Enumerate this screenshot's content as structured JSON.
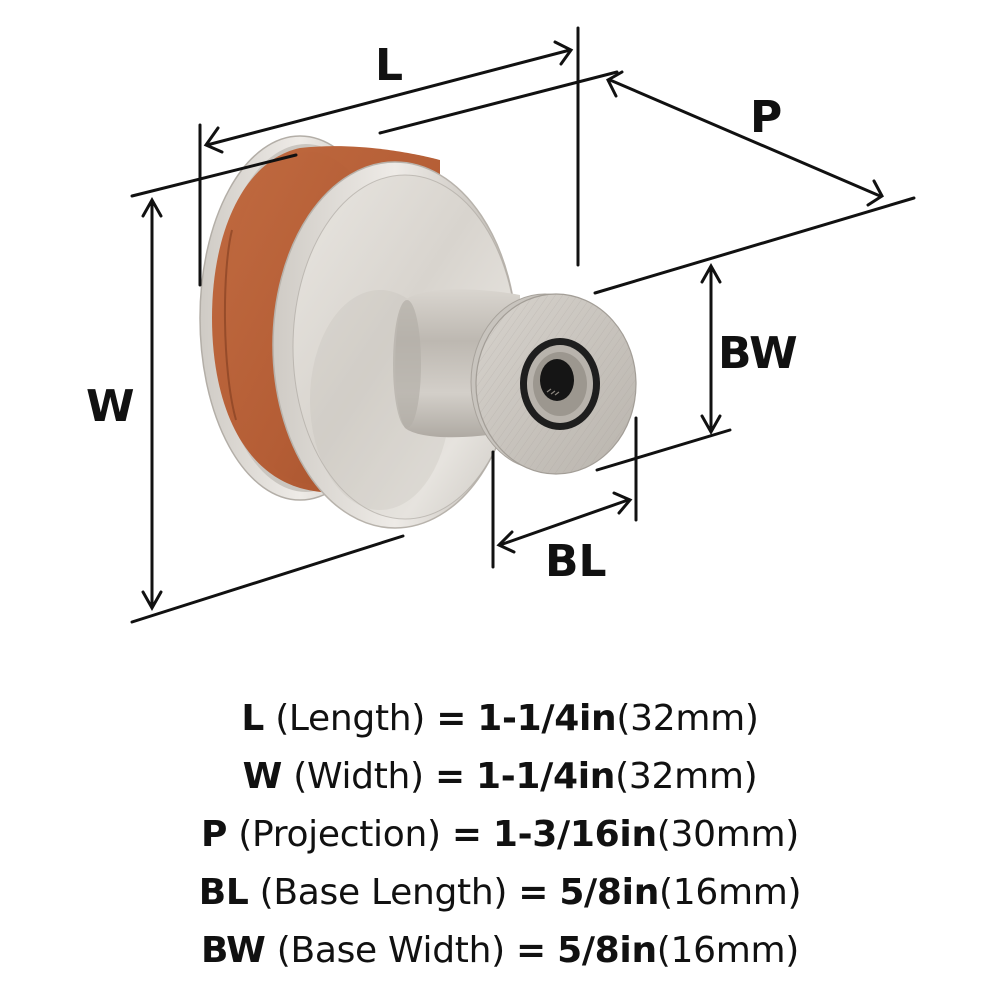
{
  "diagram": {
    "subject": "Round cabinet knob with brushed nickel finish and tan leather insert band",
    "colors": {
      "leather": "#B9653D",
      "leather_shadow": "#8E4526",
      "metal_light": "#E8E5E0",
      "metal_mid": "#CFCBC5",
      "metal_dark": "#A9A49D",
      "hole_dark": "#1A1A1A",
      "line": "#111111"
    },
    "dimension_labels": {
      "L": "L",
      "W": "W",
      "P": "P",
      "BL": "BL",
      "BW": "BW"
    }
  },
  "specs": [
    {
      "code": "L",
      "name": "(Length)",
      "eq": "=",
      "imperial": "1-1/4in",
      "metric": "(32mm)"
    },
    {
      "code": "W",
      "name": "(Width)",
      "eq": "=",
      "imperial": "1-1/4in",
      "metric": "(32mm)"
    },
    {
      "code": "P",
      "name": "(Projection)",
      "eq": "=",
      "imperial": "1-3/16in",
      "metric": "(30mm)"
    },
    {
      "code": "BL",
      "name": "(Base Length)",
      "eq": "=",
      "imperial": "5/8in",
      "metric": "(16mm)"
    },
    {
      "code": "BW",
      "name": "(Base Width)",
      "eq": "=",
      "imperial": "5/8in",
      "metric": "(16mm)"
    }
  ]
}
